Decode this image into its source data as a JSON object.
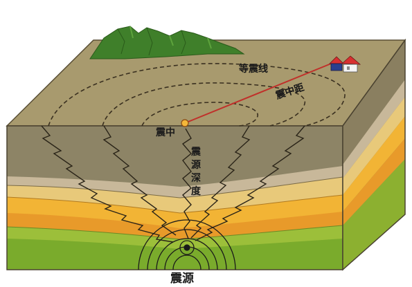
{
  "labels": {
    "isoseismal": "等震线",
    "epicentral_distance": "震中距",
    "epicenter": "震中",
    "focal_depth": [
      "震",
      "源",
      "深",
      "度"
    ],
    "focus": "震源"
  }
}
